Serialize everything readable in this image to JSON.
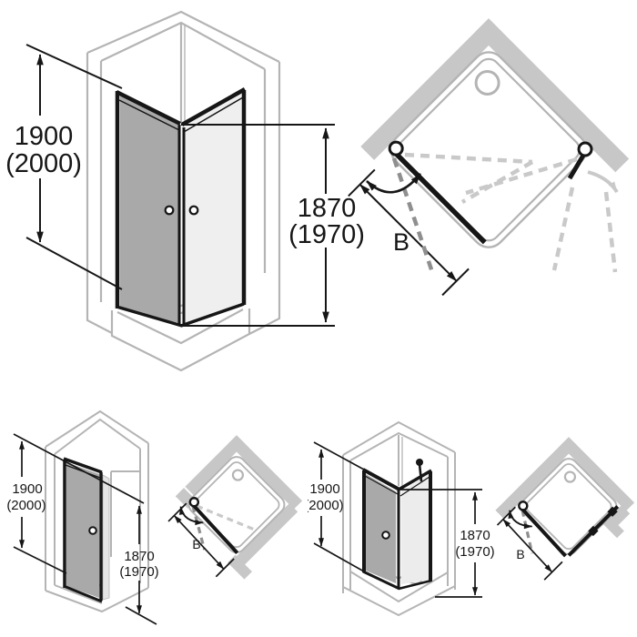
{
  "sheet": {
    "background": "#ffffff"
  },
  "colors": {
    "line_black": "#161616",
    "outline_gray": "#b4b4b4",
    "wall_fill_gray": "#c7c7c7",
    "glass_dark": "#a9a9a9",
    "glass_light": "#efefef",
    "dash_dark": "#8f8f8f",
    "dash_light": "#c9c9c9"
  },
  "figures": {
    "corner_iso": {
      "height": "1900",
      "height_alt": "(2000)",
      "glass_height": "1870",
      "glass_height_alt": "(1970)"
    },
    "corner_plan": {
      "width_label": "B"
    },
    "door_iso": {
      "height": "1900",
      "height_alt": "(2000)",
      "glass_height": "1870",
      "glass_height_alt": "(1970)"
    },
    "door_plan": {
      "width_label": "B"
    },
    "panel_iso": {
      "height": "1900",
      "height_alt": "(2000)",
      "glass_height": "1870",
      "glass_height_alt": "(1970)"
    },
    "panel_plan": {
      "width_label": "B"
    }
  }
}
